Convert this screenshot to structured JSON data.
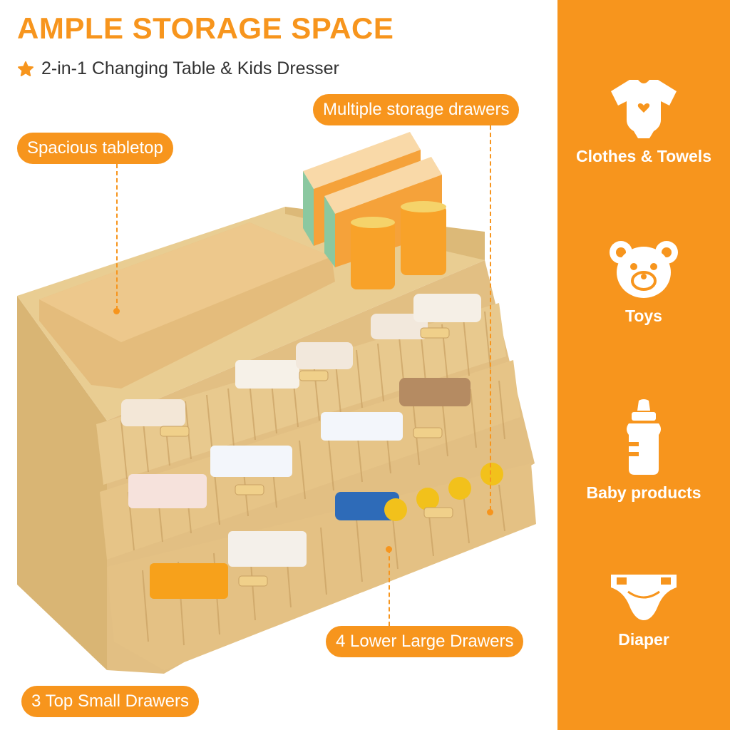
{
  "headline": "AMPLE STORAGE SPACE",
  "subtitle": "2-in-1 Changing Table & Kids Dresser",
  "callouts": {
    "tabletop": "Spacious tabletop",
    "storage": "Multiple storage drawers",
    "lower": "4 Lower Large Drawers",
    "top": "3 Top Small Drawers"
  },
  "categories": [
    {
      "label": "Clothes & Towels",
      "icon": "onesie-icon"
    },
    {
      "label": "Toys",
      "icon": "teddy-bear-icon"
    },
    {
      "label": "Baby products",
      "icon": "baby-bottle-icon"
    },
    {
      "label": "Diaper",
      "icon": "diaper-icon"
    }
  ],
  "colors": {
    "accent": "#f7951d",
    "wood": "#e6c58a",
    "wood_dark": "#cfa766",
    "pad": "#e9c182"
  }
}
